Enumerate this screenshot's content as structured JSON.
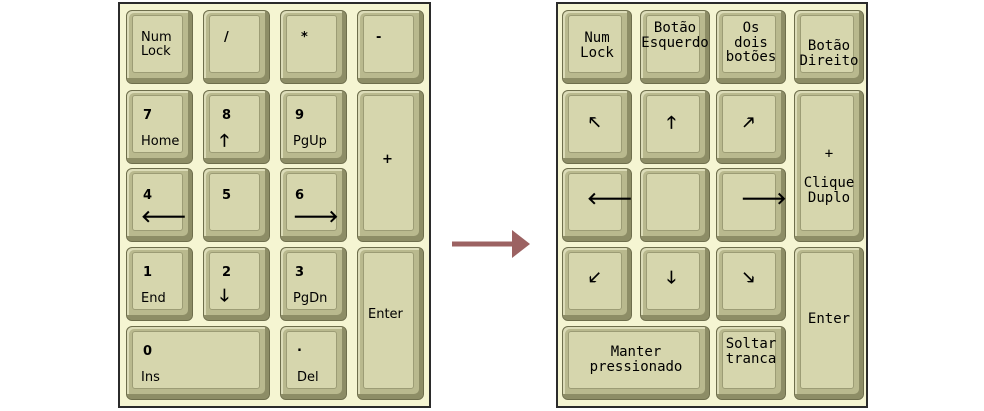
{
  "left_pad": {
    "keys": {
      "numlock": "Num\nLock",
      "slash": "/",
      "star": "*",
      "minus": "-",
      "k7_num": "7",
      "k7_label": "Home",
      "k8_num": "8",
      "k8_arrow": "🡑",
      "k9_num": "9",
      "k9_label": "PgUp",
      "plus": "+",
      "k4_num": "4",
      "k4_arrow": "🡐",
      "k5_num": "5",
      "k6_num": "6",
      "k6_arrow": "🡒",
      "k1_num": "1",
      "k1_label": "End",
      "k2_num": "2",
      "k2_arrow": "🡓",
      "k3_num": "3",
      "k3_label": "PgDn",
      "enter": "Enter",
      "k0_num": "0",
      "k0_label": "Ins",
      "dot_num": ".",
      "dot_label": "Del"
    }
  },
  "right_pad": {
    "keys": {
      "numlock": "Num\nLock",
      "left_button": "Botão\nEsquerdo",
      "both_buttons": "Os\ndois\nbotões",
      "right_button": "Botão\nDireito",
      "nw": "🡔",
      "up": "🡑",
      "ne": "🡕",
      "plus_click": "+\n\nClique\nDuplo",
      "left": "🡐",
      "center": "",
      "right": "🡒",
      "sw": "🡗",
      "down": "🡓",
      "se": "🡖",
      "enter": "Enter",
      "hold": "Manter\npressionado",
      "release": "Soltar\ntranca"
    }
  },
  "colors": {
    "arrow": "#9c6262",
    "key": "#b9b98e",
    "pad": "#f5f5d2"
  }
}
